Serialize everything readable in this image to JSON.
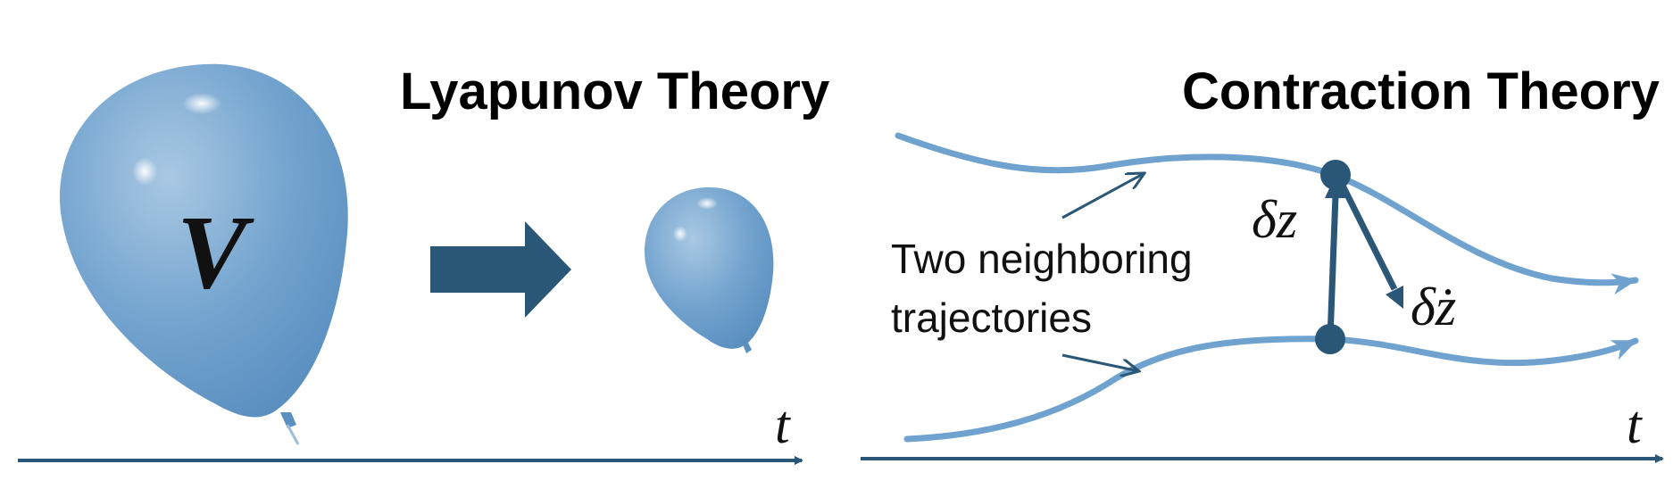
{
  "left_panel": {
    "title": "Lyapunov Theory",
    "balloon_label": "V",
    "time_label": "t"
  },
  "right_panel": {
    "title": "Contraction Theory",
    "annotation_line1": "Two neighboring",
    "annotation_line2": "trajectories",
    "delta_z_label": "δz",
    "delta_zdot_label": "δż",
    "time_label": "t"
  },
  "colors": {
    "balloon": "#6fa2cf",
    "trajectory": "#6fa2cf",
    "arrow_dark": "#2a5678",
    "text": "#111111"
  }
}
